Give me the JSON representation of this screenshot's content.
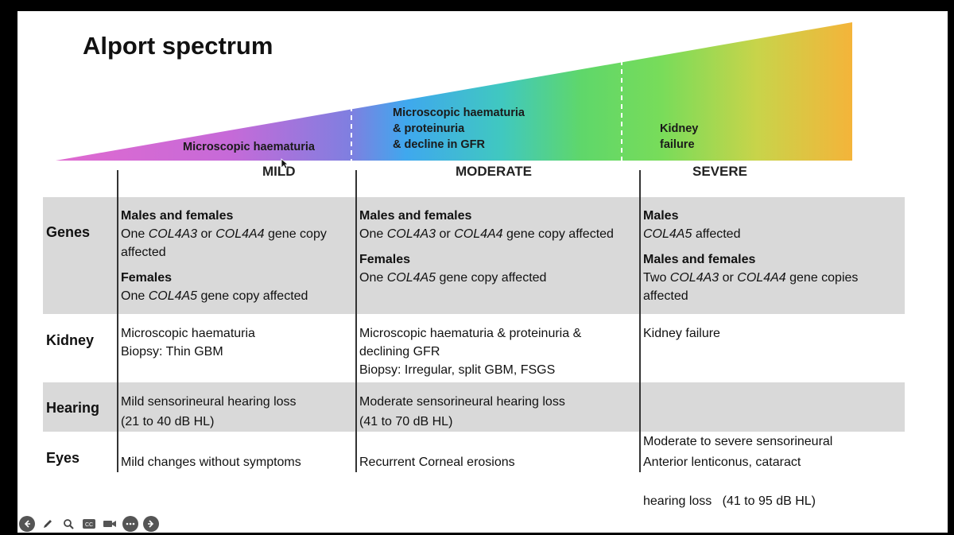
{
  "slide": {
    "title": "Alport spectrum",
    "bands": {
      "mild": "Microscopic haematuria",
      "moderate": [
        "Microscopic haematuria",
        "& proteinuria",
        "& decline in GFR"
      ],
      "severe": [
        "Kidney",
        "failure"
      ]
    },
    "severity": [
      "MILD",
      "MODERATE",
      "SEVERE"
    ],
    "rows": {
      "genes": {
        "label": "Genes",
        "mild": {
          "h1": "Males and females",
          "l1a": "One ",
          "l1g1": "COL4A3",
          "l1m": " or ",
          "l1g2": "COL4A4",
          "l1b": " gene copy",
          "l2": "affected",
          "h2": "Females",
          "l3a": "One ",
          "l3g": "COL4A5",
          "l3b": " gene copy affected"
        },
        "moderate": {
          "h1": "Males and females",
          "l1a": "One ",
          "l1g1": "COL4A3",
          "l1m": " or ",
          "l1g2": "COL4A4",
          "l1b": " gene copy affected",
          "h2": "Females",
          "l2a": "One ",
          "l2g": "COL4A5",
          "l2b": " gene copy affected"
        },
        "severe": {
          "h1": "Males",
          "l1g": "COL4A5",
          "l1b": " affected",
          "h2": "Males and females",
          "l2a": "Two ",
          "l2g1": "COL4A3",
          "l2m": " or ",
          "l2g2": "COL4A4",
          "l2b": " gene copies",
          "l3": "affected"
        }
      },
      "kidney": {
        "label": "Kidney",
        "mild": [
          "Microscopic haematuria",
          "Biopsy: Thin GBM"
        ],
        "moderate": [
          "Microscopic haematuria & proteinuria &",
          "declining GFR",
          "Biopsy: Irregular, split GBM, FSGS"
        ],
        "severe": [
          "Kidney failure"
        ]
      },
      "hearing": {
        "label": "Hearing",
        "mild": [
          "Mild sensorineural hearing loss",
          "(21 to 40 dB HL)"
        ],
        "moderate": [
          "Moderate sensorineural hearing loss",
          "(41 to 70 dB HL)"
        ],
        "severe": [
          "Moderate to severe sensorineural",
          "hearing loss   (41 to 95 dB HL)"
        ]
      },
      "eyes": {
        "label": "Eyes",
        "mild": "Mild changes without symptoms",
        "moderate": "Recurrent Corneal erosions",
        "severe": "Anterior lenticonus, cataract"
      }
    }
  },
  "toolbar": {
    "icons": [
      "arrow-left-icon",
      "pen-icon",
      "zoom-icon",
      "captions-icon",
      "camera-icon",
      "more-icon",
      "arrow-right-icon"
    ],
    "cc_label": "CC"
  }
}
